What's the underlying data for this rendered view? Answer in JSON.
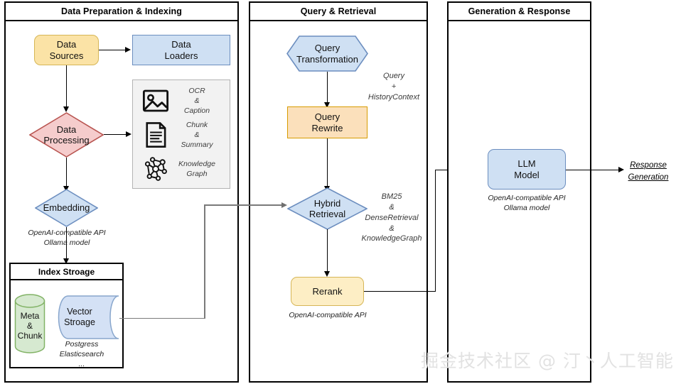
{
  "lanes": [
    {
      "title": "Data Preparation & Indexing"
    },
    {
      "title": "Query & Retrieval"
    },
    {
      "title": "Generation & Response"
    }
  ],
  "nodes": {
    "data_sources": "Data\nSources",
    "data_loaders": "Data\nLoaders",
    "data_processing": "Data\nProcessing",
    "embedding": "Embedding",
    "index_storage_title": "Index Stroage",
    "meta_chunk": "Meta\n&\nChunk",
    "vector_storage": "Vector\nStroage",
    "query_transformation": "Query\nTransformation",
    "query_rewrite": "Query\nRewrite",
    "hybrid_retrieval": "Hybrid\nRetrieval",
    "rerank": "Rerank",
    "llm_model": "LLM\nModel"
  },
  "processing_panel": {
    "rows": [
      {
        "icon": "image-icon",
        "text": "OCR\n&\nCaption"
      },
      {
        "icon": "document-icon",
        "text": "Chunk\n&\nSummary"
      },
      {
        "icon": "knowledge-graph-icon",
        "text": "Knowledge\nGraph"
      }
    ]
  },
  "captions": {
    "embedding_note": "OpenAI-compatible API\nOllama model",
    "vector_backends": "Postgress\nElasticsearch\n...",
    "query_edge": "Query\n+\nHistoryContext",
    "retrieval_edge": "BM25\n&\nDenseRetrieval\n&\nKnowledgeGraph",
    "rerank_note": "OpenAI-compatible API",
    "llm_note": "OpenAI-compatible API\nOllama model"
  },
  "output": {
    "line1": "Response",
    "line2": "Generation"
  },
  "watermark": "掘金技术社区 @ 汀丶人工智能",
  "colors": {
    "yellow_fill": "#fbe3a6",
    "yellow_stroke": "#d6b656",
    "blue_fill": "#cfe0f3",
    "blue_stroke": "#6c8ebf",
    "red_fill": "#f5cccc",
    "red_stroke": "#b85450",
    "orange_fill": "#fbe0bb",
    "orange_stroke": "#d79b00",
    "green_fill": "#d6e9d0",
    "green_stroke": "#82b366",
    "panel_fill": "#f2f2f2",
    "line": "#000000",
    "grey_line": "#7a7a7a",
    "watermark": "#e2e2e2"
  }
}
